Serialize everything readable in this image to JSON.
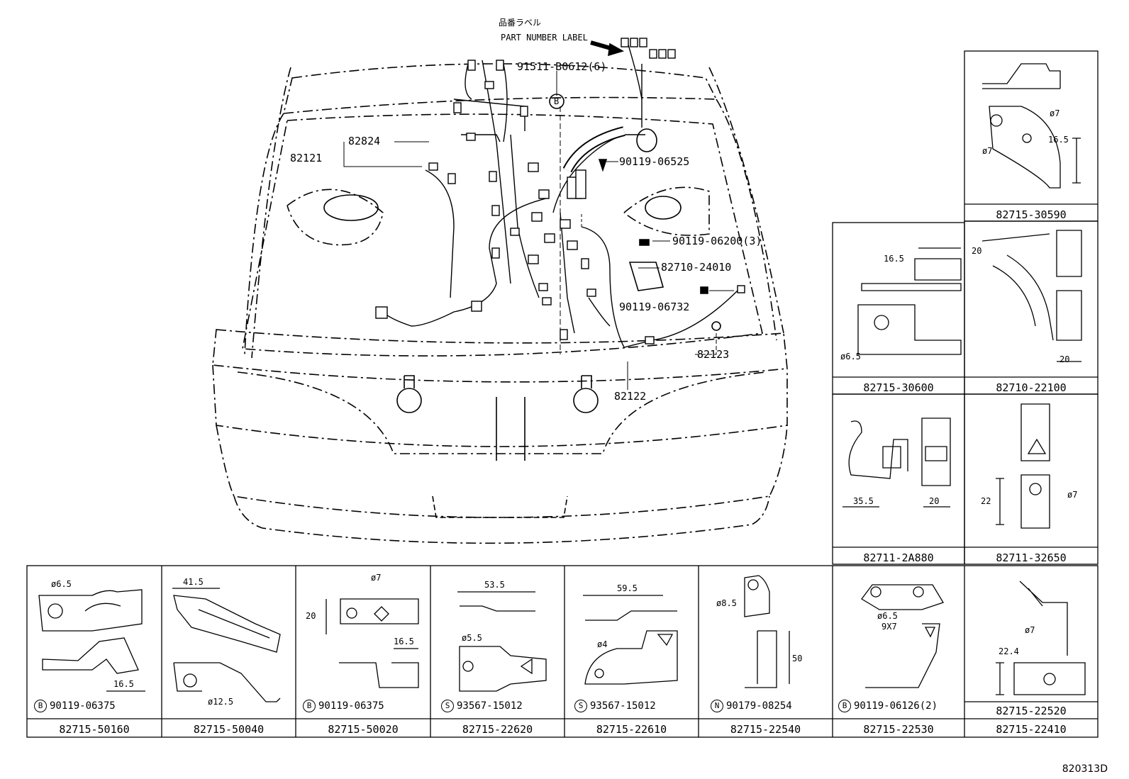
{
  "header": {
    "label_jp": "品番ラベル",
    "label_en": "PART NUMBER LABEL"
  },
  "callouts": [
    {
      "id": "c1",
      "text": "91511-B0612(6)"
    },
    {
      "id": "c2",
      "text": "82824"
    },
    {
      "id": "c3",
      "text": "82121"
    },
    {
      "id": "c4",
      "text": "90119-06525"
    },
    {
      "id": "c5",
      "text": "90119-06200(3)"
    },
    {
      "id": "c6",
      "text": "82710-24010"
    },
    {
      "id": "c7",
      "text": "90119-06732"
    },
    {
      "id": "c8",
      "text": "82123"
    },
    {
      "id": "c9",
      "text": "82122"
    },
    {
      "id": "c10",
      "text": "B"
    }
  ],
  "right_cells": [
    {
      "id": "r1",
      "title": "82715-30590",
      "dims": [
        "ø7",
        "16.5",
        "ø7"
      ]
    },
    {
      "id": "r2",
      "title": "82715-30600",
      "dims": [
        "16.5",
        "ø6.5"
      ]
    },
    {
      "id": "r3",
      "title": "82710-22100",
      "dims": [
        "20",
        "20"
      ]
    },
    {
      "id": "r4",
      "title": "82711-2A880",
      "dims": [
        "35.5",
        "20"
      ]
    },
    {
      "id": "r5",
      "title": "82711-32650",
      "dims": [
        "22",
        "ø7"
      ]
    },
    {
      "id": "r6",
      "title": "82715-22520",
      "dims": [
        "ø7",
        "22.4"
      ]
    }
  ],
  "bottom_cells": [
    {
      "id": "b1",
      "title": "82715-50160",
      "sym": "B",
      "bolt": "90119-06375",
      "dims": [
        "ø6.5",
        "16.5"
      ]
    },
    {
      "id": "b2",
      "title": "82715-50040",
      "sym": "",
      "bolt": "",
      "dims": [
        "41.5",
        "ø12.5"
      ]
    },
    {
      "id": "b3",
      "title": "82715-50020",
      "sym": "B",
      "bolt": "90119-06375",
      "dims": [
        "ø7",
        "20",
        "16.5"
      ]
    },
    {
      "id": "b4",
      "title": "82715-22620",
      "sym": "S",
      "bolt": "93567-15012",
      "dims": [
        "53.5",
        "ø5.5"
      ]
    },
    {
      "id": "b5",
      "title": "82715-22610",
      "sym": "S",
      "bolt": "93567-15012",
      "dims": [
        "59.5",
        "ø4"
      ]
    },
    {
      "id": "b6",
      "title": "82715-22540",
      "sym": "N",
      "bolt": "90179-08254",
      "dims": [
        "ø8.5",
        "50"
      ]
    },
    {
      "id": "b7",
      "title": "82715-22530",
      "sym": "B",
      "bolt": "90119-06126(2)",
      "dims": [
        "ø6.5",
        "9X7"
      ]
    },
    {
      "id": "b8",
      "title": "82715-22410",
      "sym": "",
      "bolt": "",
      "dims": []
    }
  ],
  "footer_ref": "820313D"
}
